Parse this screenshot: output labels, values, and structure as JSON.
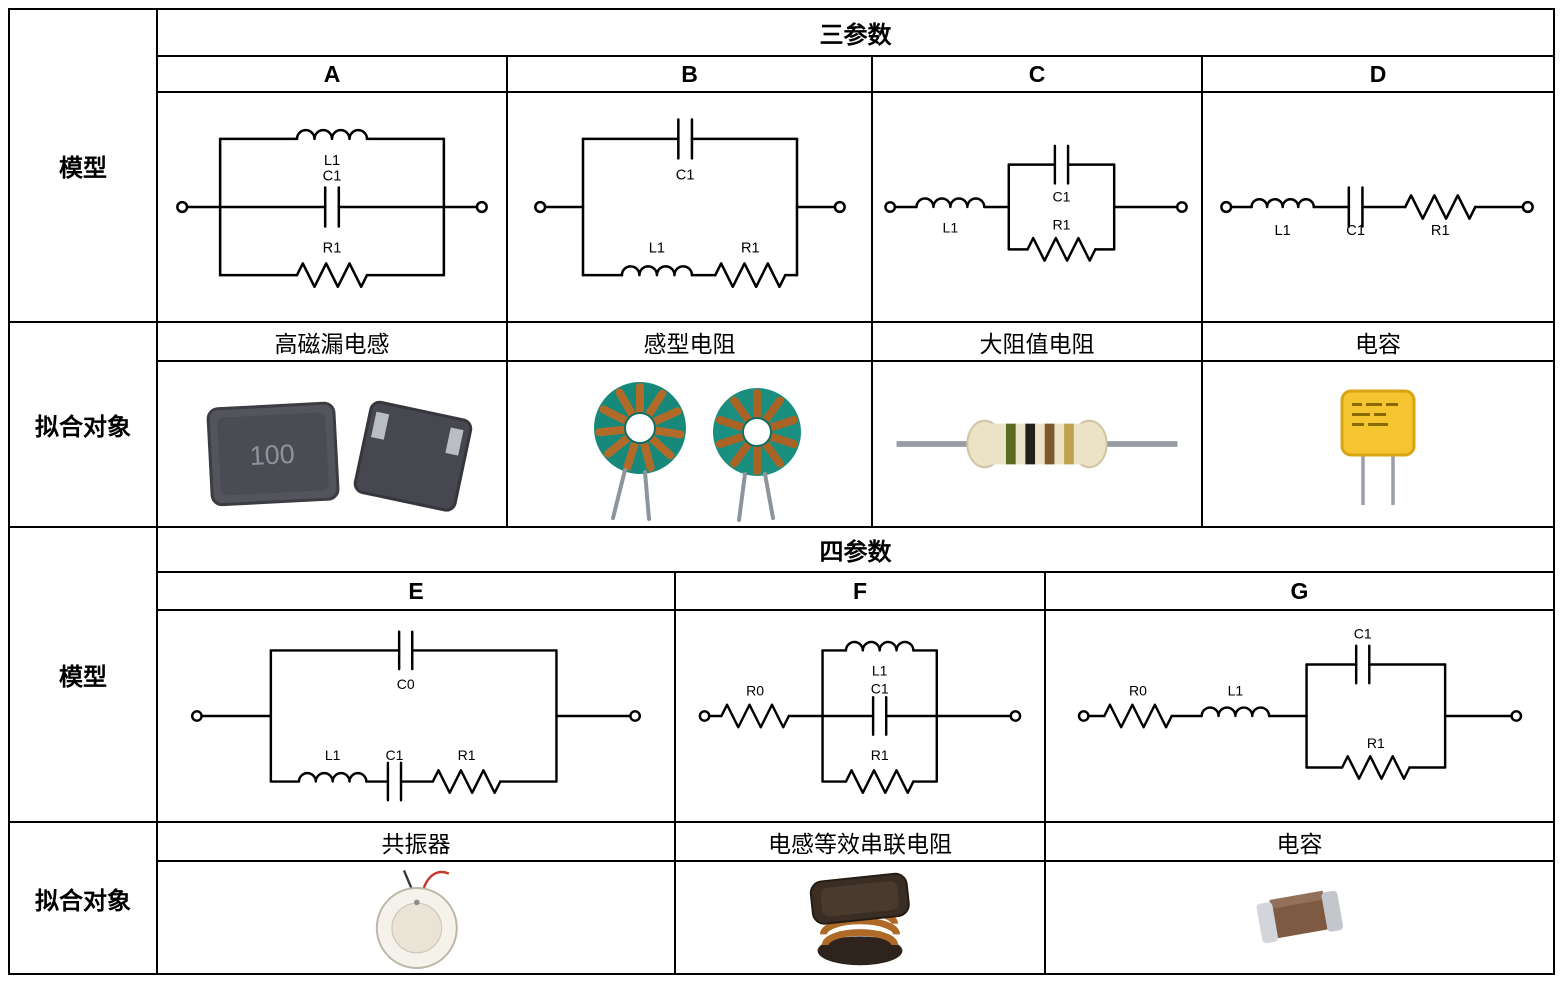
{
  "sections": {
    "three": {
      "title": "三参数",
      "model_row_label": "模型",
      "object_row_label": "拟合对象",
      "col_a": {
        "header": "A",
        "object_name": "高磁漏电感",
        "photo_text": "100",
        "labels": {
          "l1": "L1",
          "c1": "C1",
          "r1": "R1"
        }
      },
      "col_b": {
        "header": "B",
        "object_name": "感型电阻",
        "labels": {
          "c1": "C1",
          "l1": "L1",
          "r1": "R1"
        }
      },
      "col_c": {
        "header": "C",
        "object_name": "大阻值电阻",
        "labels": {
          "l1": "L1",
          "c1": "C1",
          "r1": "R1"
        }
      },
      "col_d": {
        "header": "D",
        "object_name": "电容",
        "labels": {
          "l1": "L1",
          "c1": "C1",
          "r1": "R1"
        }
      }
    },
    "four": {
      "title": "四参数",
      "model_row_label": "模型",
      "object_row_label": "拟合对象",
      "col_e": {
        "header": "E",
        "object_name": "共振器",
        "labels": {
          "c0": "C0",
          "l1": "L1",
          "c1": "C1",
          "r1": "R1"
        }
      },
      "col_f": {
        "header": "F",
        "object_name": "电感等效串联电阻",
        "labels": {
          "r0": "R0",
          "l1": "L1",
          "c1": "C1",
          "r1": "R1"
        }
      },
      "col_g": {
        "header": "G",
        "object_name": "电容",
        "labels": {
          "r0": "R0",
          "l1": "L1",
          "c1": "C1",
          "r1": "R1"
        }
      }
    }
  },
  "colors": {
    "line": "#000000",
    "inductor_body": "#4e4e56",
    "toroid_core": "#17897b",
    "copper": "#b26a28",
    "resistor_body": "#ece2c6",
    "film_cap_yellow": "#f4c52e",
    "mlcc_brown": "#7d5a41"
  }
}
